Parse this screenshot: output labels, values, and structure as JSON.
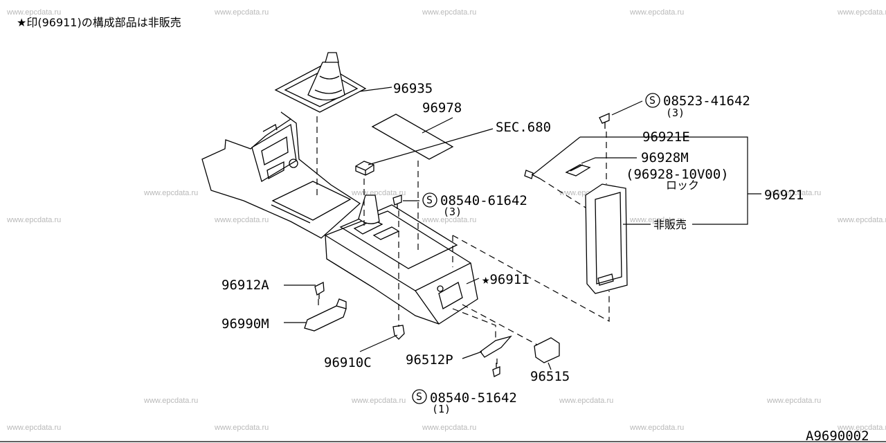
{
  "watermark": "www.epcdata.ru",
  "note": "★印(96911)の構成部品は非販売",
  "diagram_code": "A9690002",
  "callouts": {
    "p96935": "96935",
    "p96978": "96978",
    "sec680": "SEC.680",
    "screw1_no": "08523-41642",
    "screw1_qty": "(3)",
    "p96921E": "96921E",
    "p96928M": "96928M",
    "p96928alt": "(96928-10V00)",
    "lock": "ロック",
    "p96921": "96921",
    "not_sold": "非販売",
    "screw2_no": "08540-61642",
    "screw2_qty": "(3)",
    "p96911": "★96911",
    "p96912A": "96912A",
    "p96990M": "96990M",
    "p96910C": "96910C",
    "p96512P": "96512P",
    "p96515": "96515",
    "screw3_no": "08540-51642",
    "screw3_qty": "(1)",
    "s_mark": "S"
  }
}
